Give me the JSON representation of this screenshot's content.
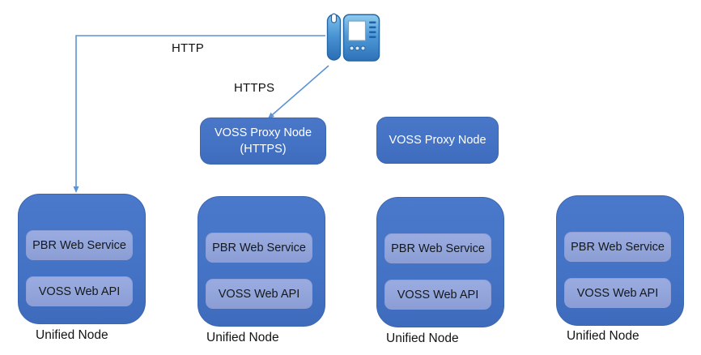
{
  "phone": {
    "icon": "desk-phone-icon"
  },
  "connections": {
    "http": {
      "label": "HTTP",
      "from": "phone",
      "to": "unified-node-1"
    },
    "https": {
      "label": "HTTPS",
      "from": "phone",
      "to": "voss-proxy-node-https"
    }
  },
  "proxy_nodes": [
    {
      "line1": "VOSS Proxy Node",
      "line2": "(HTTPS)"
    },
    {
      "line1": "VOSS Proxy Node"
    }
  ],
  "unified_nodes": [
    {
      "services": [
        "PBR Web Service",
        "VOSS Web API"
      ],
      "caption": "Unified Node"
    },
    {
      "services": [
        "PBR Web Service",
        "VOSS Web API"
      ],
      "caption": "Unified Node"
    },
    {
      "services": [
        "PBR Web Service",
        "VOSS Web API"
      ],
      "caption": "Unified Node"
    },
    {
      "services": [
        "PBR Web Service",
        "VOSS Web API"
      ],
      "caption": "Unified Node"
    }
  ],
  "colors": {
    "node_fill": "#4472C4",
    "node_border": "#3B66B0",
    "service_fill": "#92A5DB",
    "connector": "#5B93D6",
    "node_text": "#FFFFFF",
    "service_text": "#15181C",
    "label_text": "#111111",
    "phone_blue": "#3B85CC"
  }
}
